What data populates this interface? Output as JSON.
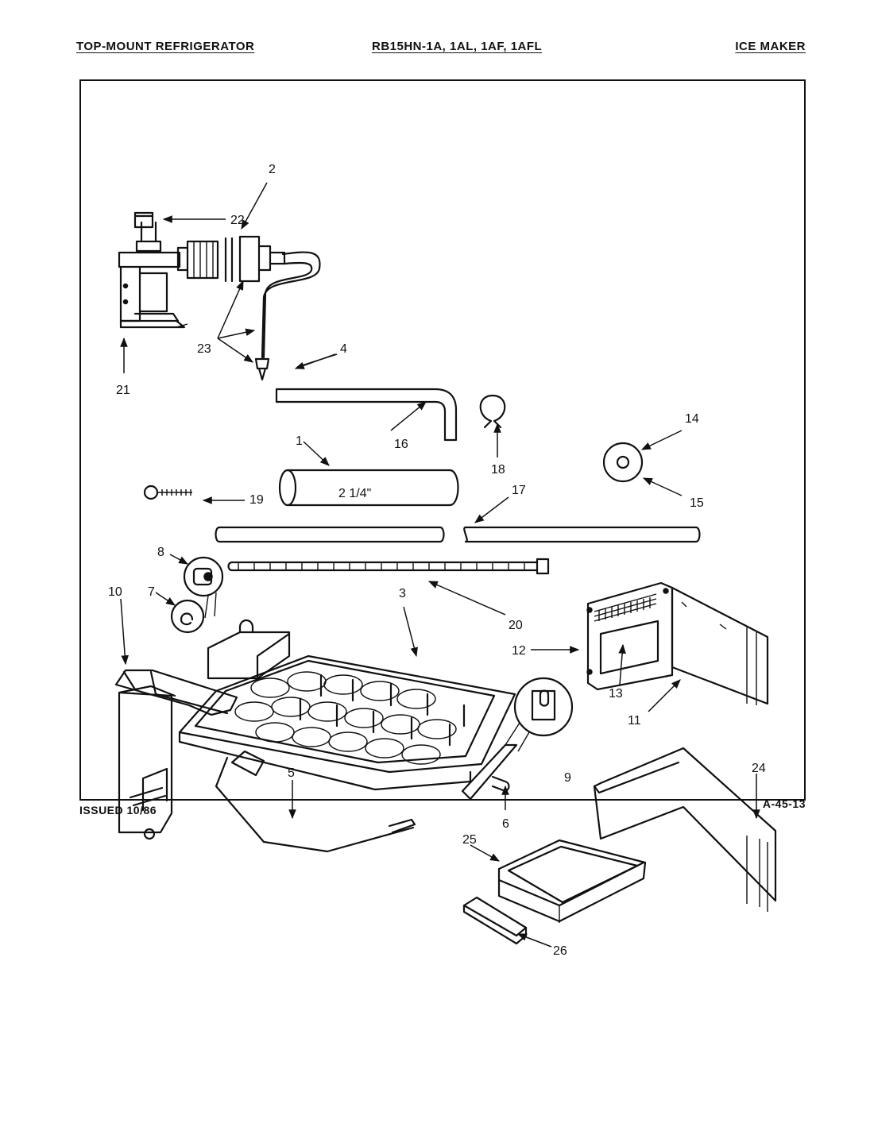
{
  "header": {
    "left": "TOP-MOUNT REFRIGERATOR",
    "middle": "RB15HN-1A, 1AL, 1AF, 1AFL",
    "right": "ICE MAKER"
  },
  "footer": {
    "issued": "ISSUED 10/86",
    "page_code": "A-45-13"
  },
  "diagram": {
    "tube_dimension": "2 1/4\"",
    "callouts": {
      "c1": "1",
      "c2": "2",
      "c3": "3",
      "c4": "4",
      "c5": "5",
      "c6": "6",
      "c7": "7",
      "c8": "8",
      "c9": "9",
      "c10": "10",
      "c11": "11",
      "c12": "12",
      "c13": "13",
      "c14": "14",
      "c15": "15",
      "c16": "16",
      "c17": "17",
      "c18": "18",
      "c19": "19",
      "c20": "20",
      "c21": "21",
      "c22": "22",
      "c23": "23",
      "c24": "24",
      "c25": "25",
      "c26": "26"
    }
  },
  "stray_marks": "·  ·"
}
